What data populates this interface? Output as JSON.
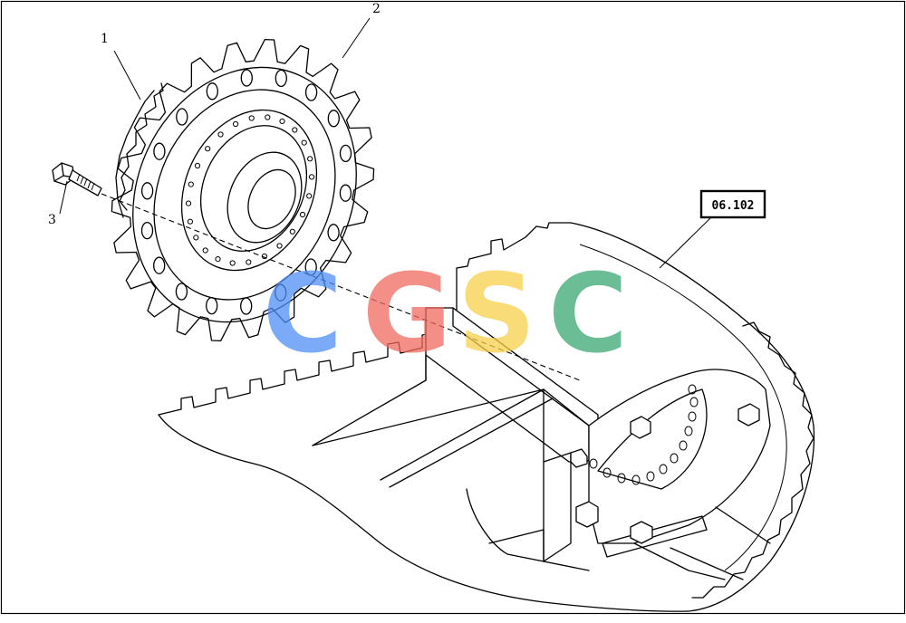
{
  "callouts": {
    "one": "1",
    "two": "2",
    "three": "3"
  },
  "reference_box": {
    "label": "06.102"
  },
  "watermark": {
    "letters": [
      "C",
      "G",
      "S",
      "C"
    ],
    "colors": [
      "#4f8ef7",
      "#f06a5e",
      "#f7cf4a",
      "#3aa872"
    ]
  }
}
